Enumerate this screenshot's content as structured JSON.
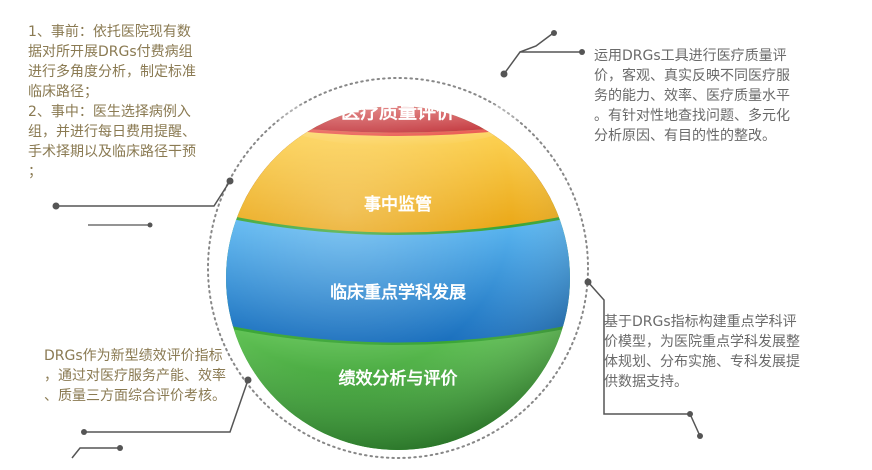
{
  "sphere": {
    "bands": [
      {
        "label": "医疗质量评价",
        "color": "#d9202a"
      },
      {
        "label": "事中监管",
        "color": "#f2b21c"
      },
      {
        "label": "临床重点学科发展",
        "color": "#2a8fd8"
      },
      {
        "label": "绩效分析与评价",
        "color": "#3aa535"
      }
    ]
  },
  "notes": {
    "left_top": "1、事前：依托医院现有数\n据对所开展DRGs付费病组\n进行多角度分析，制定标准\n临床路径；\n2、事中：医生选择病例入\n组，并进行每日费用提醒、\n手术择期以及临床路径干预\n；",
    "right_top": "运用DRGs工具进行医疗质量评\n价，客观、真实反映不同医疗服\n务的能力、效率、医疗质量水平\n。有针对性地查找问题、多元化\n分析原因、有目的性的整改。",
    "right_bottom": "基于DRGs指标构建重点学科评\n价模型，为医院重点学科发展整\n体规划、分布实施、专科发展提\n供数据支持。",
    "left_bottom": "DRGs作为新型绩效评价指标\n，通过对医疗服务产能、效率\n、质量三方面综合评价考核。"
  },
  "colors": {
    "connector": "#555555",
    "dotted_ring": "#888888",
    "note_left": "#8a7a52",
    "note_right": "#6a6a6a"
  }
}
